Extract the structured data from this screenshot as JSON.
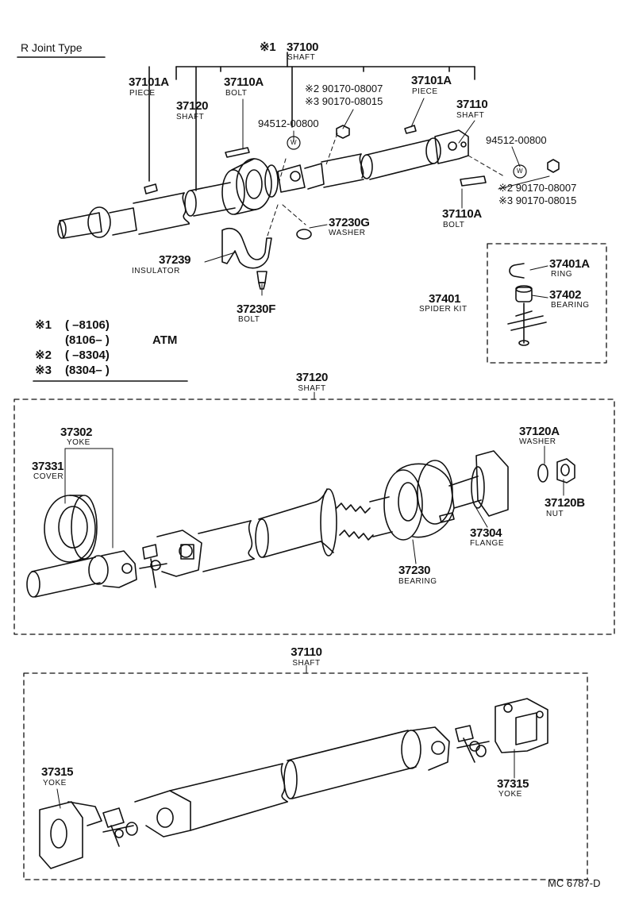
{
  "title": "R Joint Type",
  "top": {
    "assembly": {
      "mark": "※1",
      "part": "37100",
      "name": "SHAFT"
    },
    "p37101A_left": {
      "part": "37101A",
      "name": "PIECE"
    },
    "p37110A_top": {
      "part": "37110A",
      "name": "BOLT"
    },
    "p37120": {
      "part": "37120",
      "name": "SHAFT"
    },
    "nut_ref_a": "※2 90170-08007",
    "nut_ref_b": "※3 90170-08015",
    "washer_ref_left": "94512-00800",
    "p37101A_right": {
      "part": "37101A",
      "name": "PIECE"
    },
    "p37110": {
      "part": "37110",
      "name": "SHAFT"
    },
    "washer_ref_right": "94512-00800",
    "nut_ref_c": "※2 90170-08007",
    "nut_ref_d": "※3 90170-08015",
    "p37110A_right": {
      "part": "37110A",
      "name": "BOLT"
    },
    "p37230G": {
      "part": "37230G",
      "name": "WASHER"
    },
    "p37239": {
      "part": "37239",
      "name": "INSULATOR"
    },
    "p37230F": {
      "part": "37230F",
      "name": "BOLT"
    },
    "p37401A": {
      "part": "37401A",
      "name": "RING"
    },
    "p37401": {
      "part": "37401",
      "name": "SPIDER KIT"
    },
    "p37402": {
      "part": "37402",
      "name": "BEARING"
    },
    "washer_symbol": "W"
  },
  "notes": [
    {
      "mark": "※1",
      "range": "(       –8106)",
      "extra": ""
    },
    {
      "mark": "",
      "range": "(8106–          )",
      "extra": "ATM"
    },
    {
      "mark": "※2",
      "range": "(       –8304)",
      "extra": ""
    },
    {
      "mark": "※3",
      "range": "(8304–          )",
      "extra": ""
    }
  ],
  "middle": {
    "header": {
      "part": "37120",
      "name": "SHAFT"
    },
    "p37302": {
      "part": "37302",
      "name": "YOKE"
    },
    "p37331": {
      "part": "37331",
      "name": "COVER"
    },
    "p37120A": {
      "part": "37120A",
      "name": "WASHER"
    },
    "p37120B": {
      "part": "37120B",
      "name": "NUT"
    },
    "p37304": {
      "part": "37304",
      "name": "FLANGE"
    },
    "p37230": {
      "part": "37230",
      "name": "BEARING"
    }
  },
  "bottom": {
    "header": {
      "part": "37110",
      "name": "SHAFT"
    },
    "yoke_left": {
      "part": "37315",
      "name": "YOKE"
    },
    "yoke_right": {
      "part": "37315",
      "name": "YOKE"
    }
  },
  "footer_code": "MC 6787-D"
}
